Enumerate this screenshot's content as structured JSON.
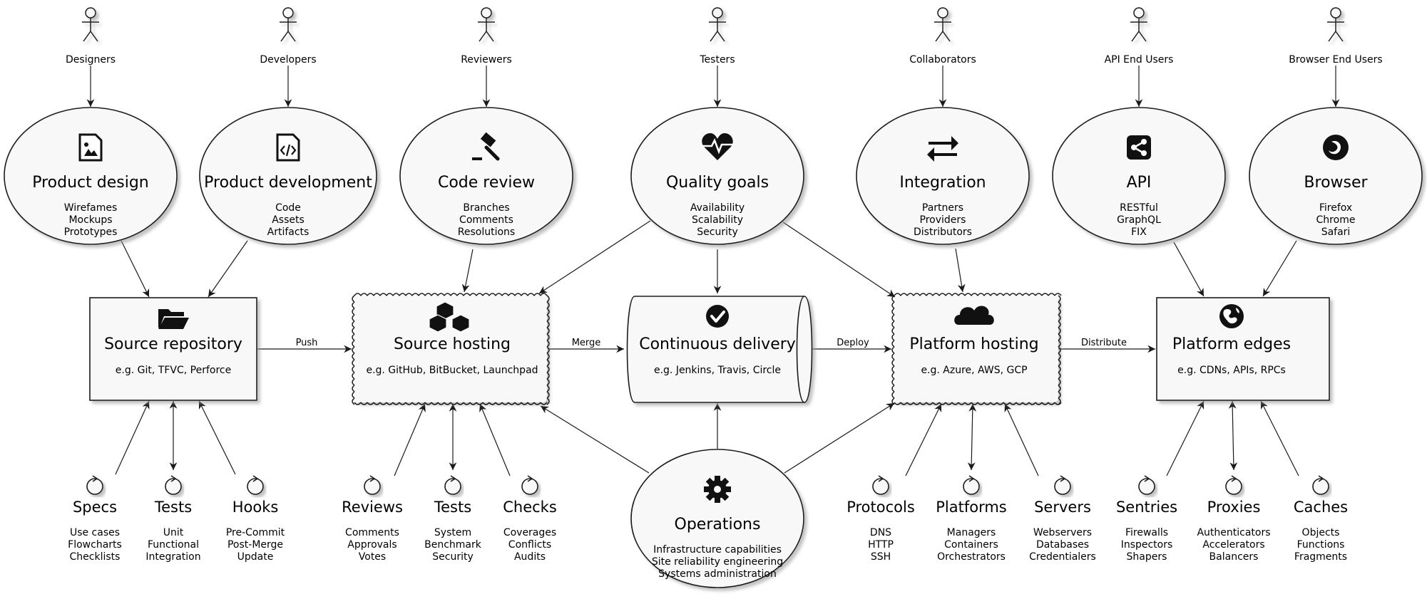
{
  "actors": [
    {
      "id": "designers",
      "label": "Designers"
    },
    {
      "id": "developers",
      "label": "Developers"
    },
    {
      "id": "reviewers",
      "label": "Reviewers"
    },
    {
      "id": "testers",
      "label": "Testers"
    },
    {
      "id": "collaborators",
      "label": "Collaborators"
    },
    {
      "id": "api-end-users",
      "label": "API End Users"
    },
    {
      "id": "browser-end-users",
      "label": "Browser End Users"
    }
  ],
  "usecases": [
    {
      "id": "product-design",
      "icon": "image-file-icon",
      "title": "Product design",
      "lines": [
        "Wirefames",
        "Mockups",
        "Prototypes"
      ]
    },
    {
      "id": "product-development",
      "icon": "code-file-icon",
      "title": "Product development",
      "lines": [
        "Code",
        "Assets",
        "Artifacts"
      ]
    },
    {
      "id": "code-review",
      "icon": "gavel-icon",
      "title": "Code review",
      "lines": [
        "Branches",
        "Comments",
        "Resolutions"
      ]
    },
    {
      "id": "quality-goals",
      "icon": "heartbeat-icon",
      "title": "Quality goals",
      "lines": [
        "Availability",
        "Scalability",
        "Security"
      ]
    },
    {
      "id": "integration",
      "icon": "exchange-icon",
      "title": "Integration",
      "lines": [
        "Partners",
        "Providers",
        "Distributors"
      ]
    },
    {
      "id": "api",
      "icon": "share-icon",
      "title": "API",
      "lines": [
        "RESTful",
        "GraphQL",
        "FIX"
      ]
    },
    {
      "id": "browser",
      "icon": "firefox-icon",
      "title": "Browser",
      "lines": [
        "Firefox",
        "Chrome",
        "Safari"
      ]
    },
    {
      "id": "operations",
      "icon": "gear-icon",
      "title": "Operations",
      "lines": [
        "Infrastructure capabilities",
        "Site reliability engineering",
        "Systems administration"
      ]
    }
  ],
  "nodes": [
    {
      "id": "source-repository",
      "icon": "folder-open-icon",
      "title": "Source repository",
      "sub": "e.g. Git, TFVC, Perforce"
    },
    {
      "id": "source-hosting",
      "icon": "cubes-icon",
      "title": "Source hosting",
      "sub": "e.g. GitHub, BitBucket, Launchpad"
    },
    {
      "id": "continuous-delivery",
      "icon": "check-circle-icon",
      "title": "Continuous delivery",
      "sub": "e.g. Jenkins, Travis, Circle"
    },
    {
      "id": "platform-hosting",
      "icon": "cloud-icon",
      "title": "Platform hosting",
      "sub": "e.g. Azure, AWS, GCP"
    },
    {
      "id": "platform-edges",
      "icon": "globe-icon",
      "title": "Platform edges",
      "sub": "e.g. CDNs, APIs, RPCs"
    }
  ],
  "edge_labels": {
    "push": "Push",
    "merge": "Merge",
    "deploy": "Deploy",
    "distribute": "Distribute"
  },
  "controls": [
    {
      "id": "specs",
      "title": "Specs",
      "lines": [
        "Use cases",
        "Flowcharts",
        "Checklists"
      ]
    },
    {
      "id": "tests-1",
      "title": "Tests",
      "lines": [
        "Unit",
        "Functional",
        "Integration"
      ]
    },
    {
      "id": "hooks",
      "title": "Hooks",
      "lines": [
        "Pre-Commit",
        "Post-Merge",
        "Update"
      ]
    },
    {
      "id": "reviews",
      "title": "Reviews",
      "lines": [
        "Comments",
        "Approvals",
        "Votes"
      ]
    },
    {
      "id": "tests-2",
      "title": "Tests",
      "lines": [
        "System",
        "Benchmark",
        "Security"
      ]
    },
    {
      "id": "checks",
      "title": "Checks",
      "lines": [
        "Coverages",
        "Conflicts",
        "Audits"
      ]
    },
    {
      "id": "protocols",
      "title": "Protocols",
      "lines": [
        "DNS",
        "HTTP",
        "SSH"
      ]
    },
    {
      "id": "platforms",
      "title": "Platforms",
      "lines": [
        "Managers",
        "Containers",
        "Orchestrators"
      ]
    },
    {
      "id": "servers",
      "title": "Servers",
      "lines": [
        "Webservers",
        "Databases",
        "Credentialers"
      ]
    },
    {
      "id": "sentries",
      "title": "Sentries",
      "lines": [
        "Firewalls",
        "Inspectors",
        "Shapers"
      ]
    },
    {
      "id": "proxies",
      "title": "Proxies",
      "lines": [
        "Authenticators",
        "Accelerators",
        "Balancers"
      ]
    },
    {
      "id": "caches",
      "title": "Caches",
      "lines": [
        "Objects",
        "Functions",
        "Fragments"
      ]
    }
  ],
  "colors": {
    "fill": "#f8f8f8",
    "stroke": "#1a1a1a",
    "shadow": "#bdbdbd"
  }
}
